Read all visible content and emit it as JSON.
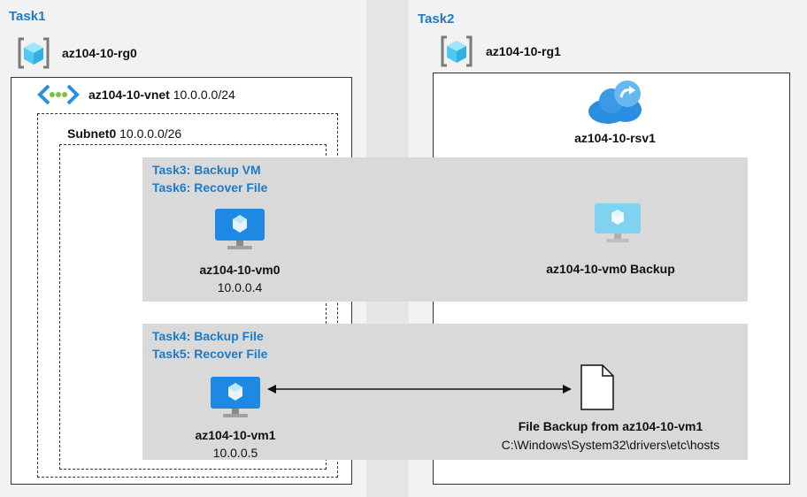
{
  "task1": {
    "label": "Task1",
    "rg_name": "az104-10-rg0"
  },
  "task2": {
    "label": "Task2",
    "rg_name": "az104-10-rg1"
  },
  "vnet": {
    "name": "az104-10-vnet",
    "cidr": "10.0.0.0/24"
  },
  "subnet": {
    "name": "Subnet0",
    "cidr": "10.0.0.0/26"
  },
  "band1": {
    "line1": "Task3: Backup VM",
    "line2": "Task6: Recover File",
    "vm_name": "az104-10-vm0",
    "vm_ip": "10.0.0.4",
    "backup_label": "az104-10-vm0 Backup"
  },
  "band2": {
    "line1": "Task4: Backup File",
    "line2": "Task5: Recover File",
    "vm_name": "az104-10-vm1",
    "vm_ip": "10.0.0.5",
    "file_backup_label": "File Backup from az104-10-vm1",
    "file_path": "C:\\Windows\\System32\\drivers\\etc\\hosts"
  },
  "vault": {
    "name": "az104-10-rsv1"
  },
  "colors": {
    "accent": "#1f7ac4",
    "band": "#d9d9d9",
    "panel": "#f2f2f2"
  },
  "icons": [
    "resource-group-icon",
    "vnet-icon",
    "vm-icon",
    "recovery-vault-icon",
    "file-icon"
  ]
}
